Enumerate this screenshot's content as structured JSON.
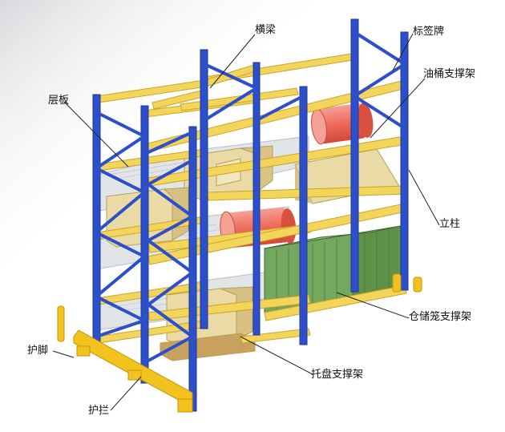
{
  "labels": {
    "beam": "横梁",
    "tag": "标签牌",
    "drum": "油桶支撑架",
    "shelf": "层板",
    "upright": "立柱",
    "cage": "仓储笼支撑架",
    "foot": "护脚",
    "pallet": "托盘支撑架",
    "guard": "护拦"
  },
  "colors": {
    "upright_blue": "#2d4fc9",
    "beam_yellow": "#f3d55c",
    "beam_edge": "#c9a526",
    "drum_red": "#f06a5c",
    "box_tan": "#eadba6",
    "cage_green": "#6fa058",
    "shelf_grey": "#e4e6e8",
    "guard_yellow": "#f2c21e"
  }
}
